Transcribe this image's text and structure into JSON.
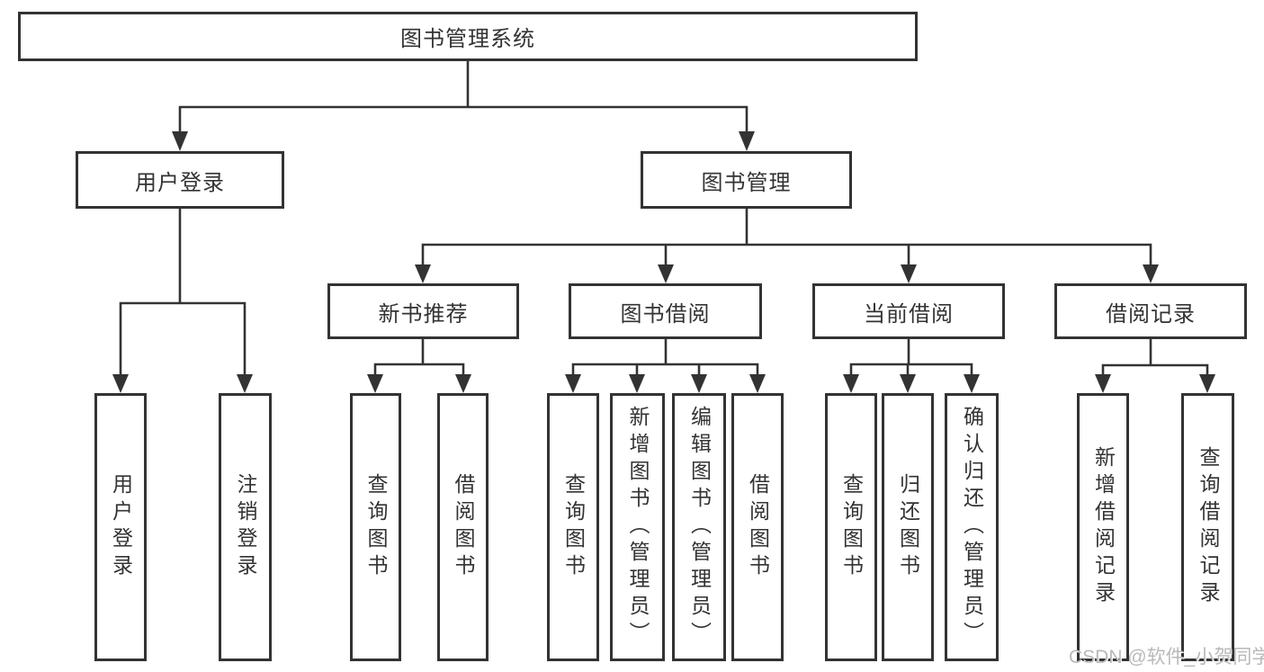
{
  "tree": {
    "label": "图书管理系统",
    "children": [
      {
        "label": "用户登录",
        "children": [
          {
            "label": "用户登录"
          },
          {
            "label": "注销登录"
          }
        ]
      },
      {
        "label": "图书管理",
        "children": [
          {
            "label": "新书推荐",
            "children": [
              {
                "label": "查询图书"
              },
              {
                "label": "借阅图书"
              }
            ]
          },
          {
            "label": "图书借阅",
            "children": [
              {
                "label": "查询图书"
              },
              {
                "label": "新增图书（管理员）"
              },
              {
                "label": "编辑图书（管理员）"
              },
              {
                "label": "借阅图书"
              }
            ]
          },
          {
            "label": "当前借阅",
            "children": [
              {
                "label": "查询图书"
              },
              {
                "label": "归还图书"
              },
              {
                "label": "确认归还（管理员）"
              }
            ]
          },
          {
            "label": "借阅记录",
            "children": [
              {
                "label": "新增借阅记录"
              },
              {
                "label": "查询借阅记录"
              }
            ]
          }
        ]
      }
    ]
  },
  "watermark": "CSDN @软件_小贺同学",
  "colors": {
    "line": "#333333",
    "text": "#333333",
    "watermark": "#b9b9b9",
    "background": "#ffffff"
  }
}
